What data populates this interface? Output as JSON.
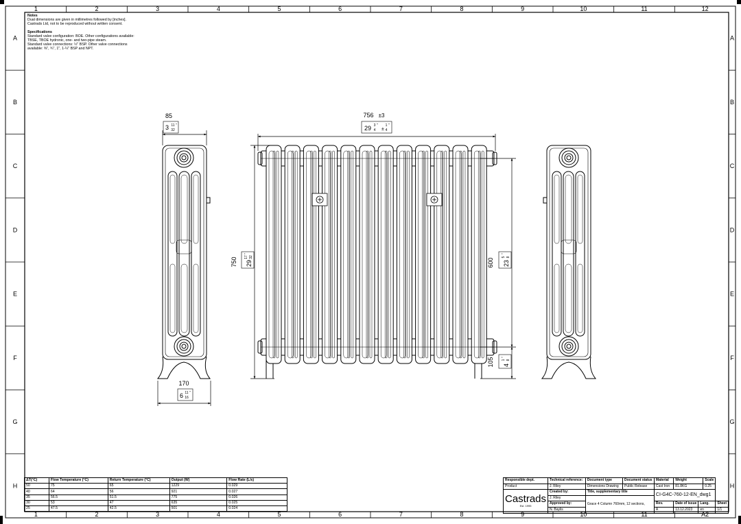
{
  "grid": {
    "columns": [
      "1",
      "2",
      "3",
      "4",
      "5",
      "6",
      "7",
      "8",
      "9",
      "10",
      "11",
      "12"
    ],
    "rows": [
      "A",
      "B",
      "C",
      "D",
      "E",
      "F",
      "G",
      "H"
    ],
    "bottom_right_label": "A2"
  },
  "notes": {
    "notes_heading": "Notes",
    "notes_lines": [
      "Dual dimensions are given in millimetres followed by [inches].",
      "Castrads Ltd, not to be reproduced without written consent."
    ],
    "spec_heading": "Specifications",
    "spec_lines": [
      "Standard valve configuration: BOE. Other configurations available:",
      "TBSE, TBOE hydronic, one- and two-pipe steam.",
      "Standard valve connections: ½\" BSP. Other valve connections",
      "available: ⅜\", ¾\", 1\", 1-¼\" BSP and NPT."
    ]
  },
  "dimensions": {
    "side_depth_mm": "85",
    "side_depth_in_whole": "3",
    "side_depth_in_num": "11",
    "side_depth_in_den": "32",
    "base_width_mm": "170",
    "base_width_in_whole": "6",
    "base_width_in_num": "11",
    "base_width_in_den": "16",
    "length_mm": "756",
    "length_tol_mm": "±3",
    "length_in_whole": "29",
    "length_in_num": "3",
    "length_in_den": "4",
    "length_tol_in": "±",
    "length_tol_in_num": "1",
    "length_tol_in_den": "4",
    "height_mm": "750",
    "height_in_whole": "29",
    "height_in_num": "17",
    "height_in_den": "32",
    "centres_mm": "600",
    "centres_in_whole": "23",
    "centres_in_num": "5",
    "centres_in_den": "8",
    "floor_mm": "105",
    "floor_in_whole": "4",
    "floor_in_num": "1",
    "floor_in_den": "8",
    "inch_mark": "\""
  },
  "performance_table": {
    "headers": [
      "ΔT(°C)",
      "Flow Temperature (°C)",
      "Return Temperature (°C)",
      "Output (W)",
      "Flow Rate (L/s)"
    ],
    "rows": [
      [
        "50",
        "75",
        "65",
        "1229",
        "0.029"
      ],
      [
        "40",
        "64",
        "56",
        "921",
        "0.027"
      ],
      [
        "35",
        "56.5",
        "51.5",
        "775",
        "0.026"
      ],
      [
        "30",
        "53",
        "47",
        "635",
        "0.025"
      ],
      [
        "25",
        "47.5",
        "42.5",
        "501",
        "0.024"
      ]
    ]
  },
  "title_block": {
    "responsible_dept_label": "Responsible dept.",
    "responsible_dept": "Product",
    "technical_reference_label": "Technical reference:",
    "technical_reference": "J. Riley",
    "document_type_label": "Document type",
    "document_type": "Dimensions Drawing",
    "document_status_label": "Document status",
    "document_status": "Public Release",
    "material_label": "Material",
    "material": "Cast Iron",
    "weight_label": "Weight",
    "weight": "81.8KG",
    "scale_label": "Scale",
    "scale": "0.25",
    "logo": "Castrads",
    "logo_sub": "Est. 1995",
    "created_by_label": "Created by:",
    "created_by": "J. Riley",
    "title_label": "Title, supplementary title",
    "title": "Grace 4 Column 760mm, 12 sections,",
    "doc_id": "CI-G4C-760-12-EN_dwg1",
    "approved_by_label": "Approved by:",
    "approved_by": "N. Baylis",
    "rev_label": "Rev.",
    "rev": "A",
    "date_of_issue_label": "Date of issue",
    "date_of_issue": "13.12.2023",
    "lang_label": "Lang.",
    "lang": "en",
    "sheet_label": "Sheet",
    "sheet": "1/1"
  }
}
